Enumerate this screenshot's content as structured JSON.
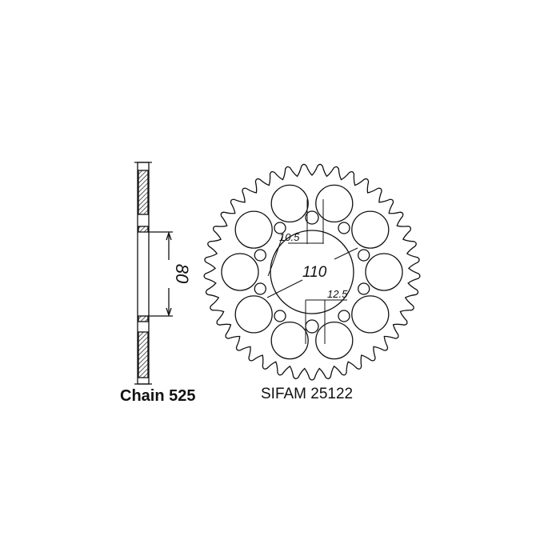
{
  "chain_label": "Chain 525",
  "part_label": "SIFAM 25122",
  "dimensions": {
    "hub_height": "80",
    "bolt_circle": "110",
    "hole_a": "10.5",
    "hole_b": "12.5"
  }
}
